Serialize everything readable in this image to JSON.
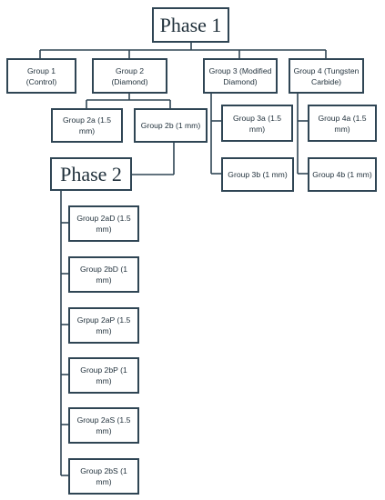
{
  "diagram": {
    "colors": {
      "stroke": "#2f4554",
      "text": "#1f2f3a",
      "background": "#ffffff"
    },
    "nodes": {
      "phase1": "Phase 1",
      "g1": "Group 1\n(Control)",
      "g2": "Group 2\n(Diamond)",
      "g3": "Group 3 (Modified\nDiamond)",
      "g4": "Group 4 (Tungsten\nCarbide)",
      "g2a": "Group 2a (1.5\nmm)",
      "g2b": "Group 2b (1 mm)",
      "g3a": "Group 3a (1.5\nmm)",
      "g3b": "Group 3b (1 mm)",
      "g4a": "Group 4a (1.5\nmm)",
      "g4b": "Group 4b (1 mm)",
      "phase2": "Phase 2",
      "g2aD": "Group 2aD (1.5\nmm)",
      "g2bD": "Group 2bD (1 mm)",
      "g2aP": "Grpup 2aP (1.5\nmm)",
      "g2bP": "Group 2bP (1 mm)",
      "g2aS": "Group 2aS (1.5\nmm)",
      "g2bS": "Group 2bS (1 mm)"
    }
  }
}
